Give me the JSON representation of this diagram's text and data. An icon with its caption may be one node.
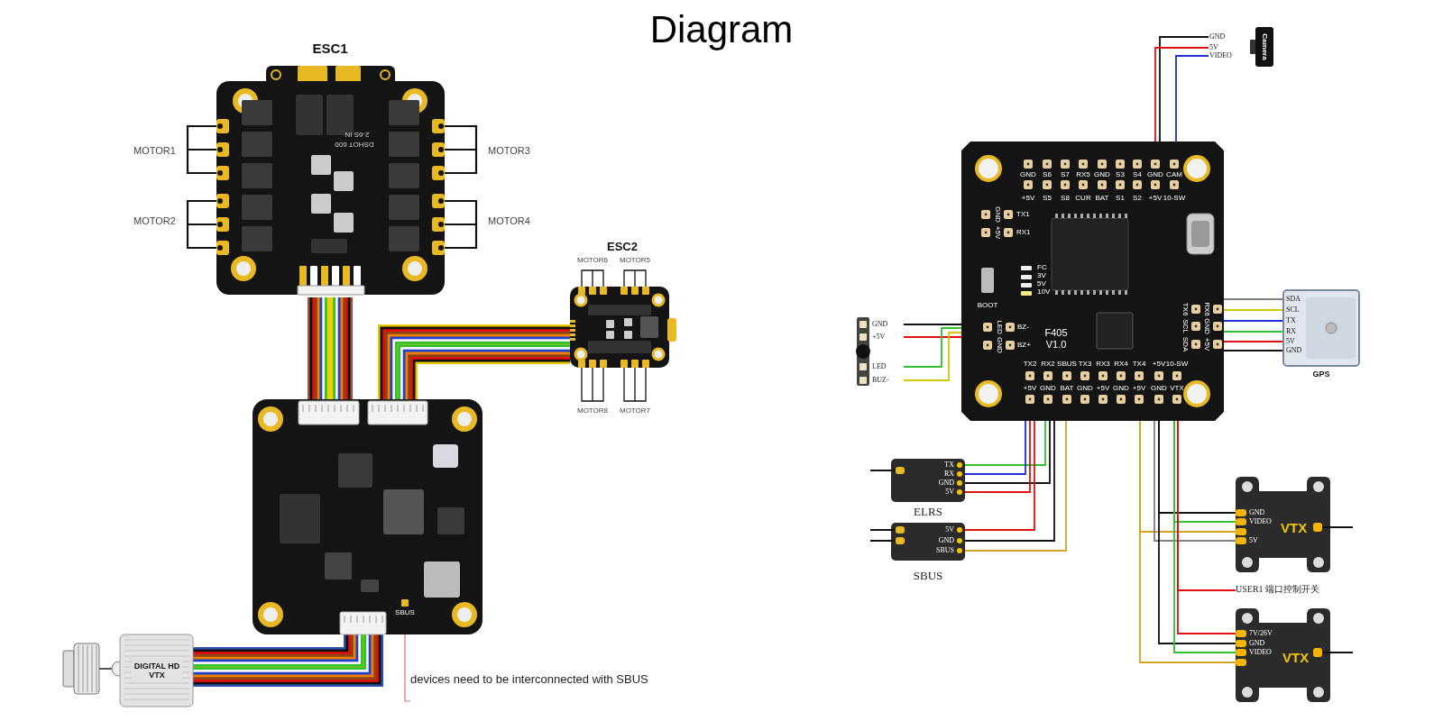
{
  "diagram": {
    "title": "Diagram",
    "nodes": [
      {
        "text": [
          "ESC1"
        ]
      },
      {
        "text": [
          "ESC2"
        ]
      },
      {
        "text": [],
        "shape": "picture"
      },
      {
        "text": [
          "DIGITAL HD VTX"
        ]
      },
      {
        "text": [
          "devices need to be interconnected with SBUS"
        ]
      },
      {
        "text": [
          "Camera",
          "GND",
          "5V",
          "VIDEO"
        ]
      },
      {
        "text": [
          "F405 V1.0"
        ]
      },
      {
        "text": [
          "GND",
          "+5V",
          "LED",
          "BUZ-"
        ]
      },
      {
        "text": [
          "SDA",
          "SCL",
          "TX",
          "RX",
          "5V",
          "GND",
          "GPS"
        ]
      },
      {
        "text": [
          "TX",
          "RX",
          "GND",
          "5V"
        ],
        "beside": [
          "ELRS"
        ]
      },
      {
        "text": [
          "5V",
          "GND",
          "SBUS"
        ],
        "beside": [
          "SBUS"
        ]
      },
      {
        "text": [
          "GND",
          "VIDEO",
          "5V",
          "VTX"
        ]
      },
      {
        "text": [
          "USER1 端口控制开关"
        ]
      },
      {
        "text": [
          "7V/26V",
          "GND",
          "VIDEO",
          "VTX"
        ]
      }
    ],
    "edges": [
      {
        "from": 0,
        "to": 2,
        "arrow": "none",
        "style": "thick",
        "color": "#a0522d"
      },
      {
        "from": 1,
        "to": 2,
        "arrow": "none",
        "style": "thick",
        "color": "#e8c800"
      },
      {
        "from": 2,
        "to": 3,
        "arrow": "none",
        "style": "thick",
        "color": "#2f4fb0"
      },
      {
        "from": 4,
        "to": 2,
        "arrow": "none",
        "color": "#e07070"
      },
      {
        "from": 5,
        "to": 6,
        "arrow": "none"
      },
      {
        "from": 5,
        "to": 6,
        "arrow": "none",
        "color": "#e01010"
      },
      {
        "from": 5,
        "to": 6,
        "arrow": "none",
        "color": "#2030d0"
      },
      {
        "from": 7,
        "to": 6,
        "arrow": "none"
      },
      {
        "from": 7,
        "to": 6,
        "arrow": "none",
        "color": "#e01010"
      },
      {
        "from": 7,
        "to": 6,
        "arrow": "none",
        "color": "#30c030"
      },
      {
        "from": 7,
        "to": 6,
        "arrow": "none",
        "color": "#d4c800"
      },
      {
        "from": 8,
        "to": 6,
        "arrow": "none",
        "color": "#808080"
      },
      {
        "from": 8,
        "to": 6,
        "arrow": "none",
        "color": "#d4c800"
      },
      {
        "from": 8,
        "to": 6,
        "arrow": "none",
        "color": "#2030d0"
      },
      {
        "from": 8,
        "to": 6,
        "arrow": "none",
        "color": "#30c030"
      },
      {
        "from": 8,
        "to": 6,
        "arrow": "none",
        "color": "#e01010"
      },
      {
        "from": 8,
        "to": 6,
        "arrow": "none"
      },
      {
        "from": 9,
        "to": 6,
        "arrow": "none",
        "color": "#30c030"
      },
      {
        "from": 9,
        "to": 6,
        "arrow": "none",
        "color": "#2030d0"
      },
      {
        "from": 9,
        "to": 6,
        "arrow": "none"
      },
      {
        "from": 9,
        "to": 6,
        "arrow": "none",
        "color": "#e01010"
      },
      {
        "from": 10,
        "to": 6,
        "arrow": "none",
        "color": "#e01010"
      },
      {
        "from": 10,
        "to": 6,
        "arrow": "none"
      },
      {
        "from": 10,
        "to": 6,
        "arrow": "none",
        "color": "#d4a520"
      },
      {
        "from": 6,
        "to": 11,
        "arrow": "none"
      },
      {
        "from": 6,
        "to": 11,
        "arrow": "none",
        "color": "#30c030"
      },
      {
        "from": 6,
        "to": 11,
        "arrow": "none",
        "color": "#d4a520"
      },
      {
        "from": 6,
        "to": 11,
        "arrow": "none",
        "color": "#808080"
      },
      {
        "from": 6,
        "to": 12,
        "arrow": "none",
        "color": "#e01010"
      },
      {
        "from": 6,
        "to": 13,
        "arrow": "none",
        "color": "#e01010"
      },
      {
        "from": 6,
        "to": 13,
        "arrow": "none"
      },
      {
        "from": 6,
        "to": 13,
        "arrow": "none",
        "color": "#30c030"
      },
      {
        "from": 6,
        "to": 13,
        "arrow": "none",
        "color": "#d4a520"
      }
    ],
    "labels": [
      "MOTOR1",
      "MOTOR2",
      "MOTOR3",
      "MOTOR4",
      "DSHOT 600",
      "2-6S IN",
      "MOTOR6",
      "MOTOR5",
      "MOTOR8",
      "MOTOR7",
      "SBUS",
      "GND",
      "S6",
      "S7",
      "RX5",
      "GND",
      "S3",
      "S4",
      "GND",
      "CAM",
      "+5V",
      "S5",
      "S8",
      "CUR",
      "BAT",
      "S1",
      "S2",
      "+5V",
      "10-SW",
      "GND",
      "TX1",
      "+5V",
      "RX1",
      "FC",
      "3V",
      "5V",
      "10V",
      "BOOT",
      "LED",
      "BZ-",
      "GND",
      "BZ+",
      "TX6",
      "RX6",
      "SCL",
      "GND",
      "SDA",
      "+5V",
      "TX2",
      "RX2",
      "SBUS",
      "TX3",
      "RX3",
      "RX4",
      "TX4",
      "+5V",
      "10-SW",
      "+5V",
      "GND",
      "BAT",
      "GND",
      "+5V",
      "GND",
      "+5V",
      "GND",
      "VTX"
    ]
  }
}
